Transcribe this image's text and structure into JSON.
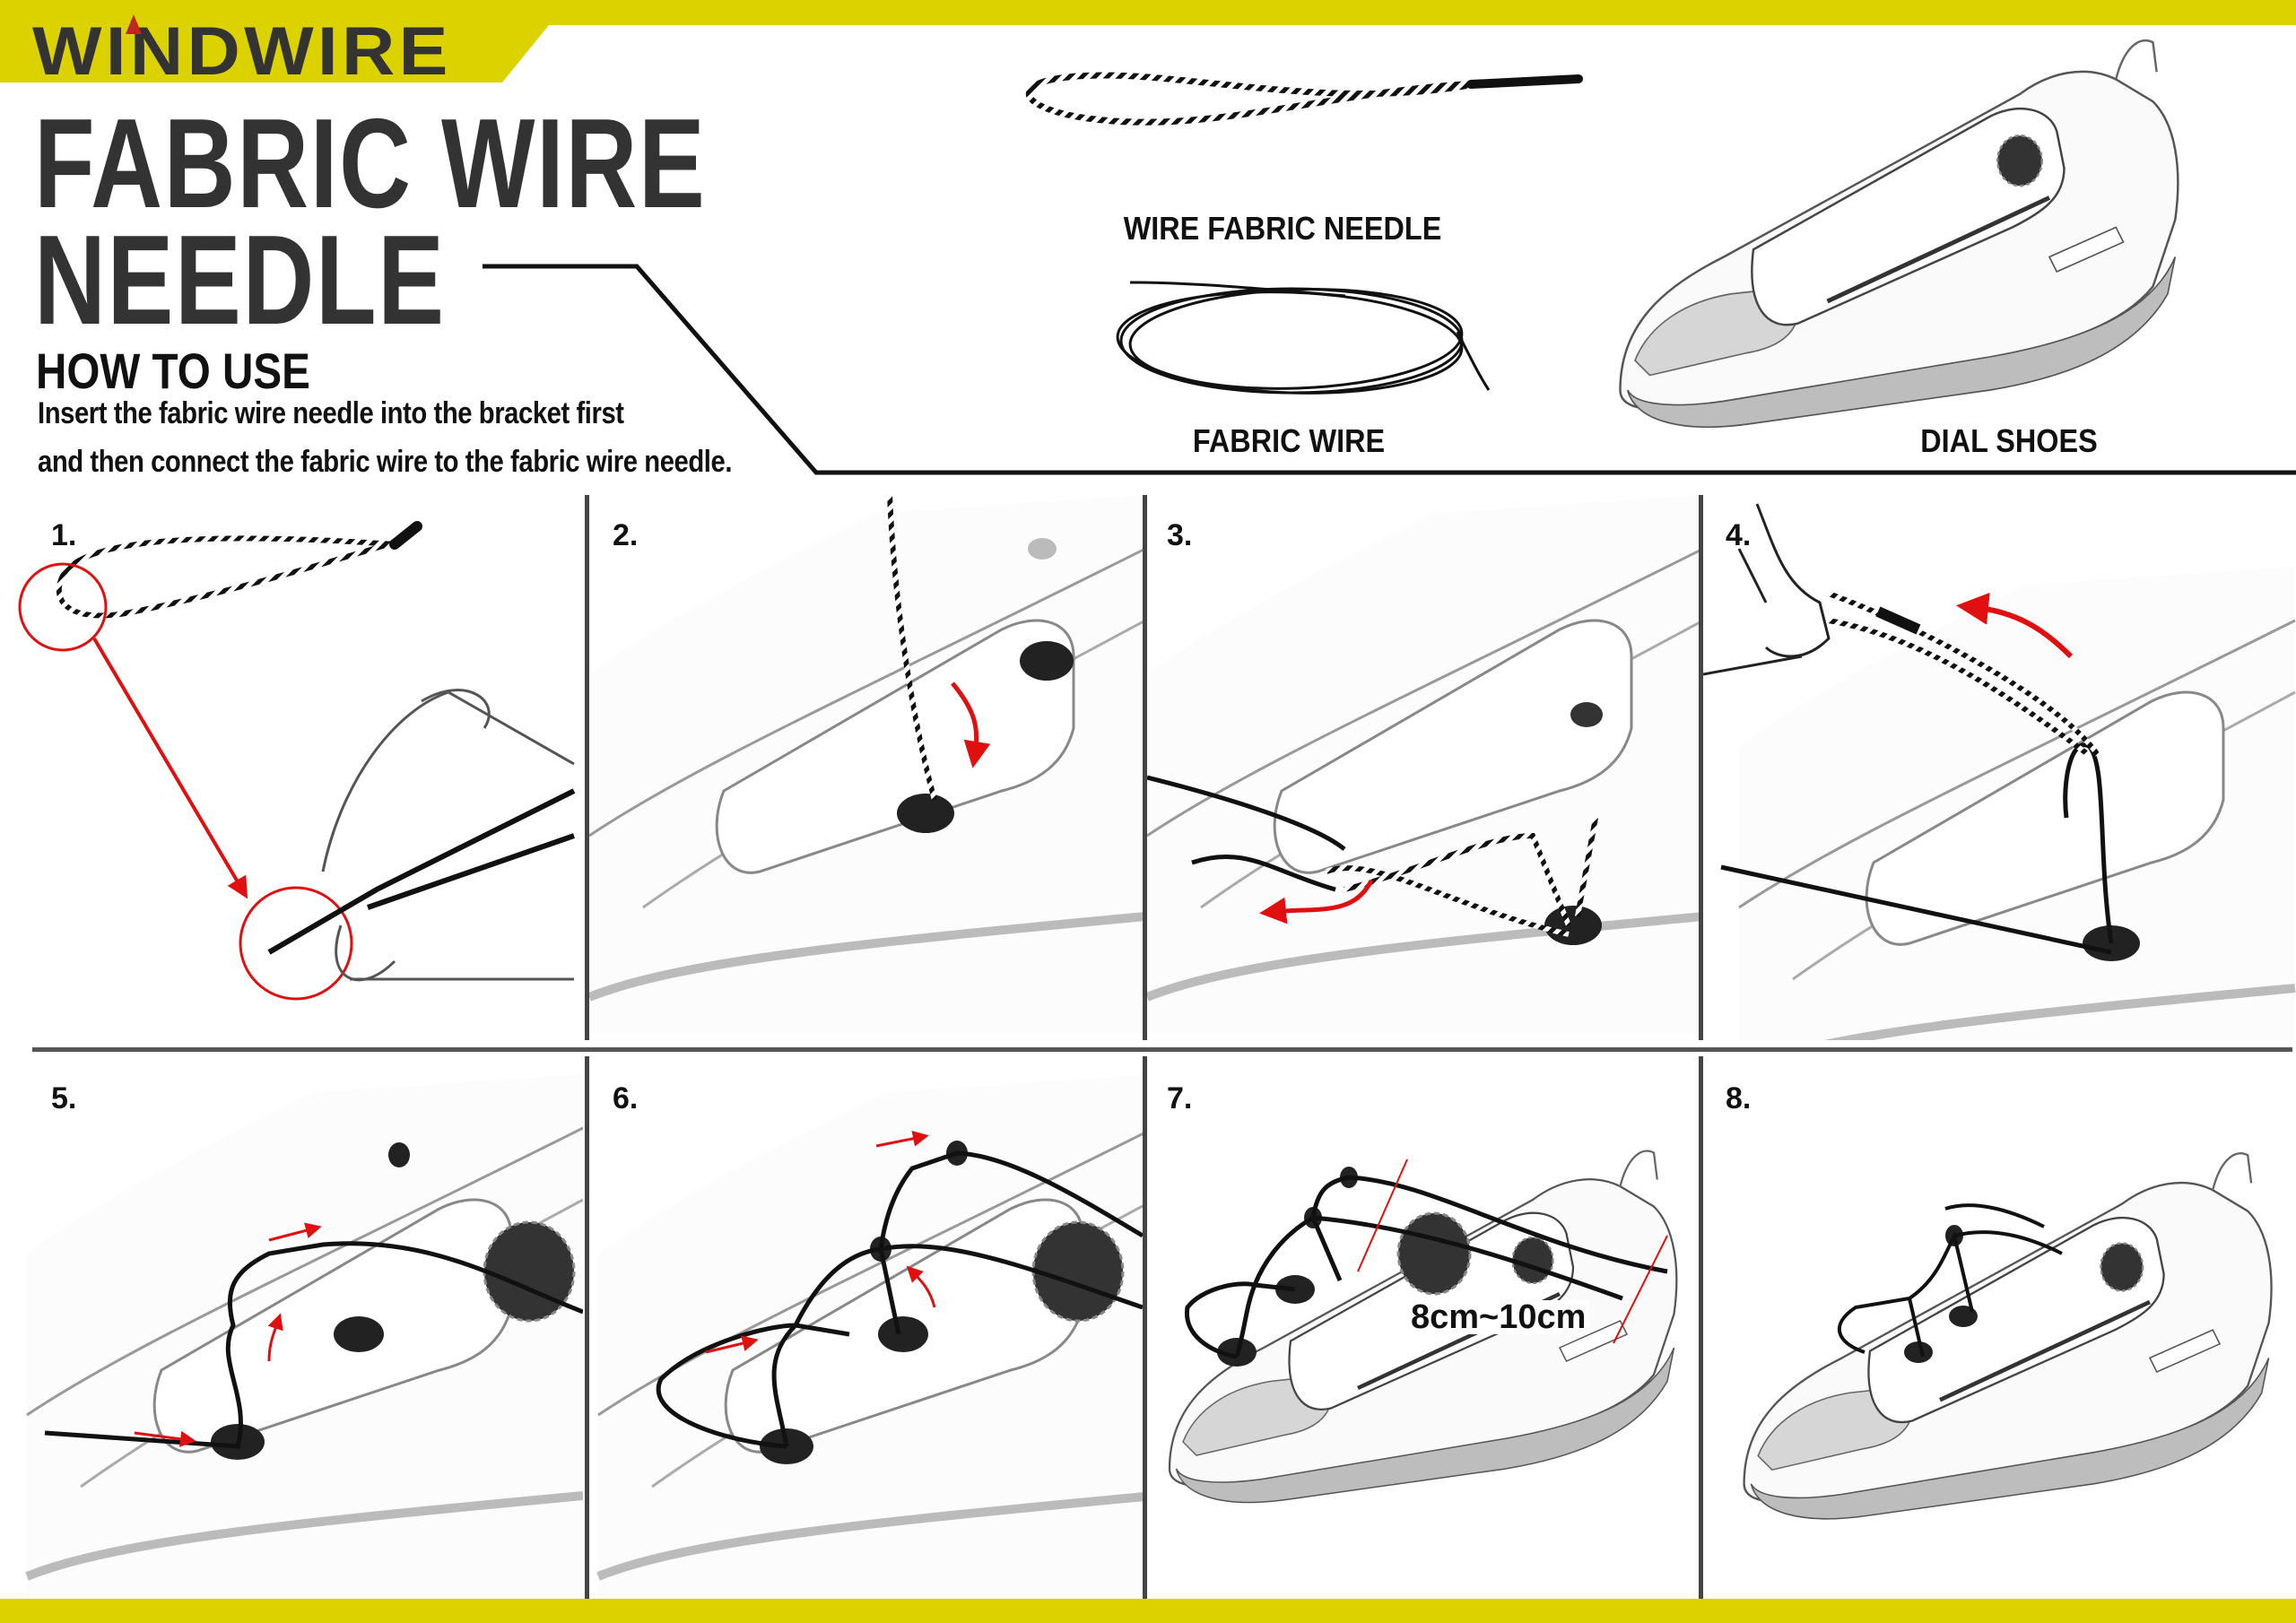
{
  "brand": {
    "logo_text": "WINDWIRE"
  },
  "header": {
    "title_line1": "FABRIC WIRE",
    "title_line2": "NEEDLE",
    "how_to_use_heading": "HOW TO USE",
    "instruction_line1": "Insert the fabric wire needle into the bracket first",
    "instruction_line2": "and then connect the fabric wire to the fabric wire needle."
  },
  "components": [
    {
      "label": "WIRE FABRIC NEEDLE",
      "icon": "wire-needle"
    },
    {
      "label": "FABRIC WIRE",
      "icon": "wire-coil"
    },
    {
      "label": "DIAL SHOES",
      "icon": "dial-shoe"
    }
  ],
  "steps": [
    {
      "number": "1."
    },
    {
      "number": "2."
    },
    {
      "number": "3."
    },
    {
      "number": "4."
    },
    {
      "number": "5."
    },
    {
      "number": "6."
    },
    {
      "number": "7.",
      "annotation": "8cm~10cm"
    },
    {
      "number": "8."
    }
  ],
  "colors": {
    "accent_yellow": "#dcd200",
    "text_dark": "#333333",
    "arrow_red": "#e01010"
  }
}
